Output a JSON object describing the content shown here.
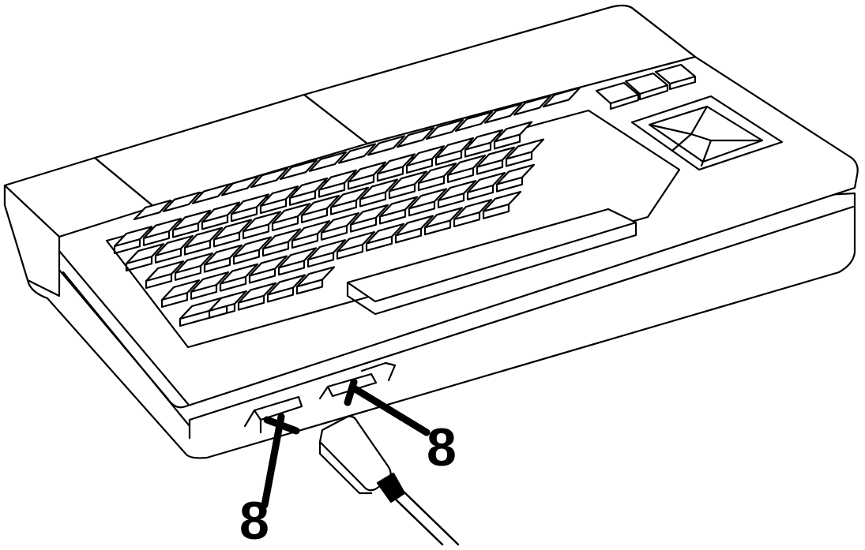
{
  "figure": {
    "line_color": "#000000",
    "fill_color": "#ffffff",
    "callouts": [
      {
        "id": "left-port",
        "label": "8"
      },
      {
        "id": "right-port",
        "label": "8"
      }
    ]
  }
}
